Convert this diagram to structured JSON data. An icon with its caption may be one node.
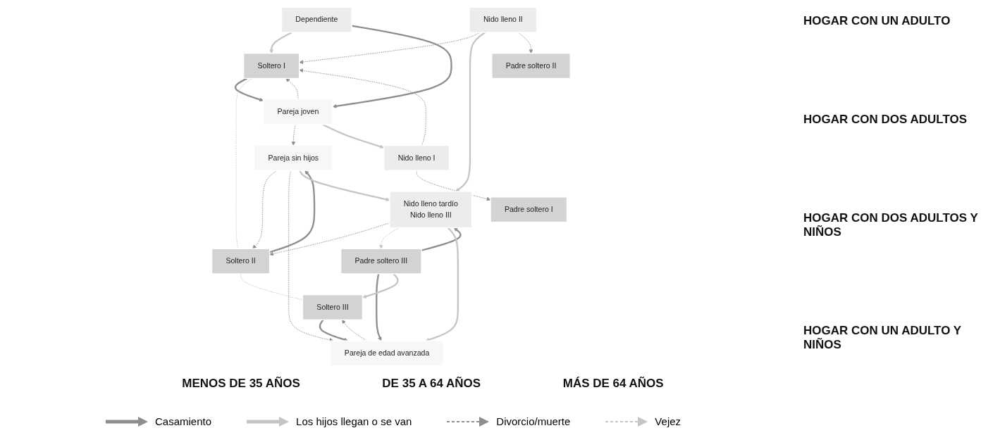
{
  "diagram": {
    "nodes": [
      {
        "text": [
          "Dependiente"
        ]
      },
      {
        "text": [
          "Soltero I"
        ]
      },
      {
        "text": [
          "Soltero II"
        ]
      },
      {
        "text": [
          "Soltero III"
        ]
      },
      {
        "text": [
          "Pareja joven"
        ]
      },
      {
        "text": [
          "Pareja sin hijos"
        ]
      },
      {
        "text": [
          "Pareja de edad avanzada"
        ]
      },
      {
        "text": [
          "Nido lleno I"
        ]
      },
      {
        "text": [
          "Nido lleno II"
        ]
      },
      {
        "text": [
          "Nido lleno tardío",
          "Nido lleno III"
        ]
      },
      {
        "text": [
          "Padre soltero I"
        ]
      },
      {
        "text": [
          "Padre soltero II"
        ]
      },
      {
        "text": [
          "Padre soltero III"
        ]
      }
    ],
    "edges": [
      {
        "from": 0,
        "to": 1,
        "arrow": "to",
        "color": "#c4c5c8"
      },
      {
        "from": 0,
        "to": 4,
        "arrow": "to"
      },
      {
        "from": 1,
        "to": 4,
        "arrow": "to"
      },
      {
        "from": 1,
        "to": 2,
        "arrow": "none",
        "style": "dashed",
        "color": "#c4c5c8"
      },
      {
        "from": 2,
        "to": 3,
        "arrow": "none",
        "style": "dashed",
        "color": "#c4c5c8"
      },
      {
        "from": 4,
        "to": 1,
        "arrow": "to",
        "style": "dashed"
      },
      {
        "from": 7,
        "to": 1,
        "arrow": "to",
        "style": "dashed"
      },
      {
        "from": 8,
        "to": 1,
        "arrow": "to",
        "style": "dashed"
      },
      {
        "from": 4,
        "to": 5,
        "arrow": "to",
        "style": "dashed"
      },
      {
        "from": 4,
        "to": 7,
        "arrow": "to",
        "color": "#c4c5c8"
      },
      {
        "from": 2,
        "to": 5,
        "arrow": "to"
      },
      {
        "from": 5,
        "to": 2,
        "arrow": "to",
        "style": "dashed"
      },
      {
        "from": 9,
        "to": 2,
        "arrow": "to",
        "style": "dashed"
      },
      {
        "from": 5,
        "to": 6,
        "arrow": "to",
        "style": "dashed"
      },
      {
        "from": 5,
        "to": 9,
        "arrow": "to",
        "color": "#c4c5c8"
      },
      {
        "from": 3,
        "to": 6,
        "arrow": "to"
      },
      {
        "from": 6,
        "to": 3,
        "arrow": "to",
        "style": "dashed"
      },
      {
        "from": 8,
        "to": 9,
        "arrow": "to",
        "color": "#c4c5c8"
      },
      {
        "from": 7,
        "to": 10,
        "arrow": "to",
        "style": "dashed"
      },
      {
        "from": 8,
        "to": 11,
        "arrow": "to",
        "style": "dashed"
      },
      {
        "from": 9,
        "to": 12,
        "arrow": "to",
        "style": "dashed",
        "color": "#c4c5c8"
      },
      {
        "from": 12,
        "to": 9,
        "arrow": "to"
      },
      {
        "from": 9,
        "to": 6,
        "arrow": "to",
        "color": "#c4c5c8"
      },
      {
        "from": 12,
        "to": 6,
        "arrow": "to"
      },
      {
        "from": 12,
        "to": 3,
        "arrow": "to",
        "color": "#c4c5c8"
      }
    ],
    "labels": [
      "HOGAR CON UN ADULTO",
      "HOGAR CON DOS ADULTOS",
      "HOGAR CON DOS ADULTOS Y NIÑOS",
      "HOGAR CON UN ADULTO Y NIÑOS",
      "MENOS DE 35 AÑOS",
      "DE 35 A 64 AÑOS",
      "MÁS DE 64 AÑOS"
    ],
    "legend": [
      {
        "text": "Casamiento"
      },
      {
        "text": "Los hijos llegan o se van"
      },
      {
        "text": "Divorcio/muerte"
      },
      {
        "text": "Vejez"
      }
    ]
  }
}
